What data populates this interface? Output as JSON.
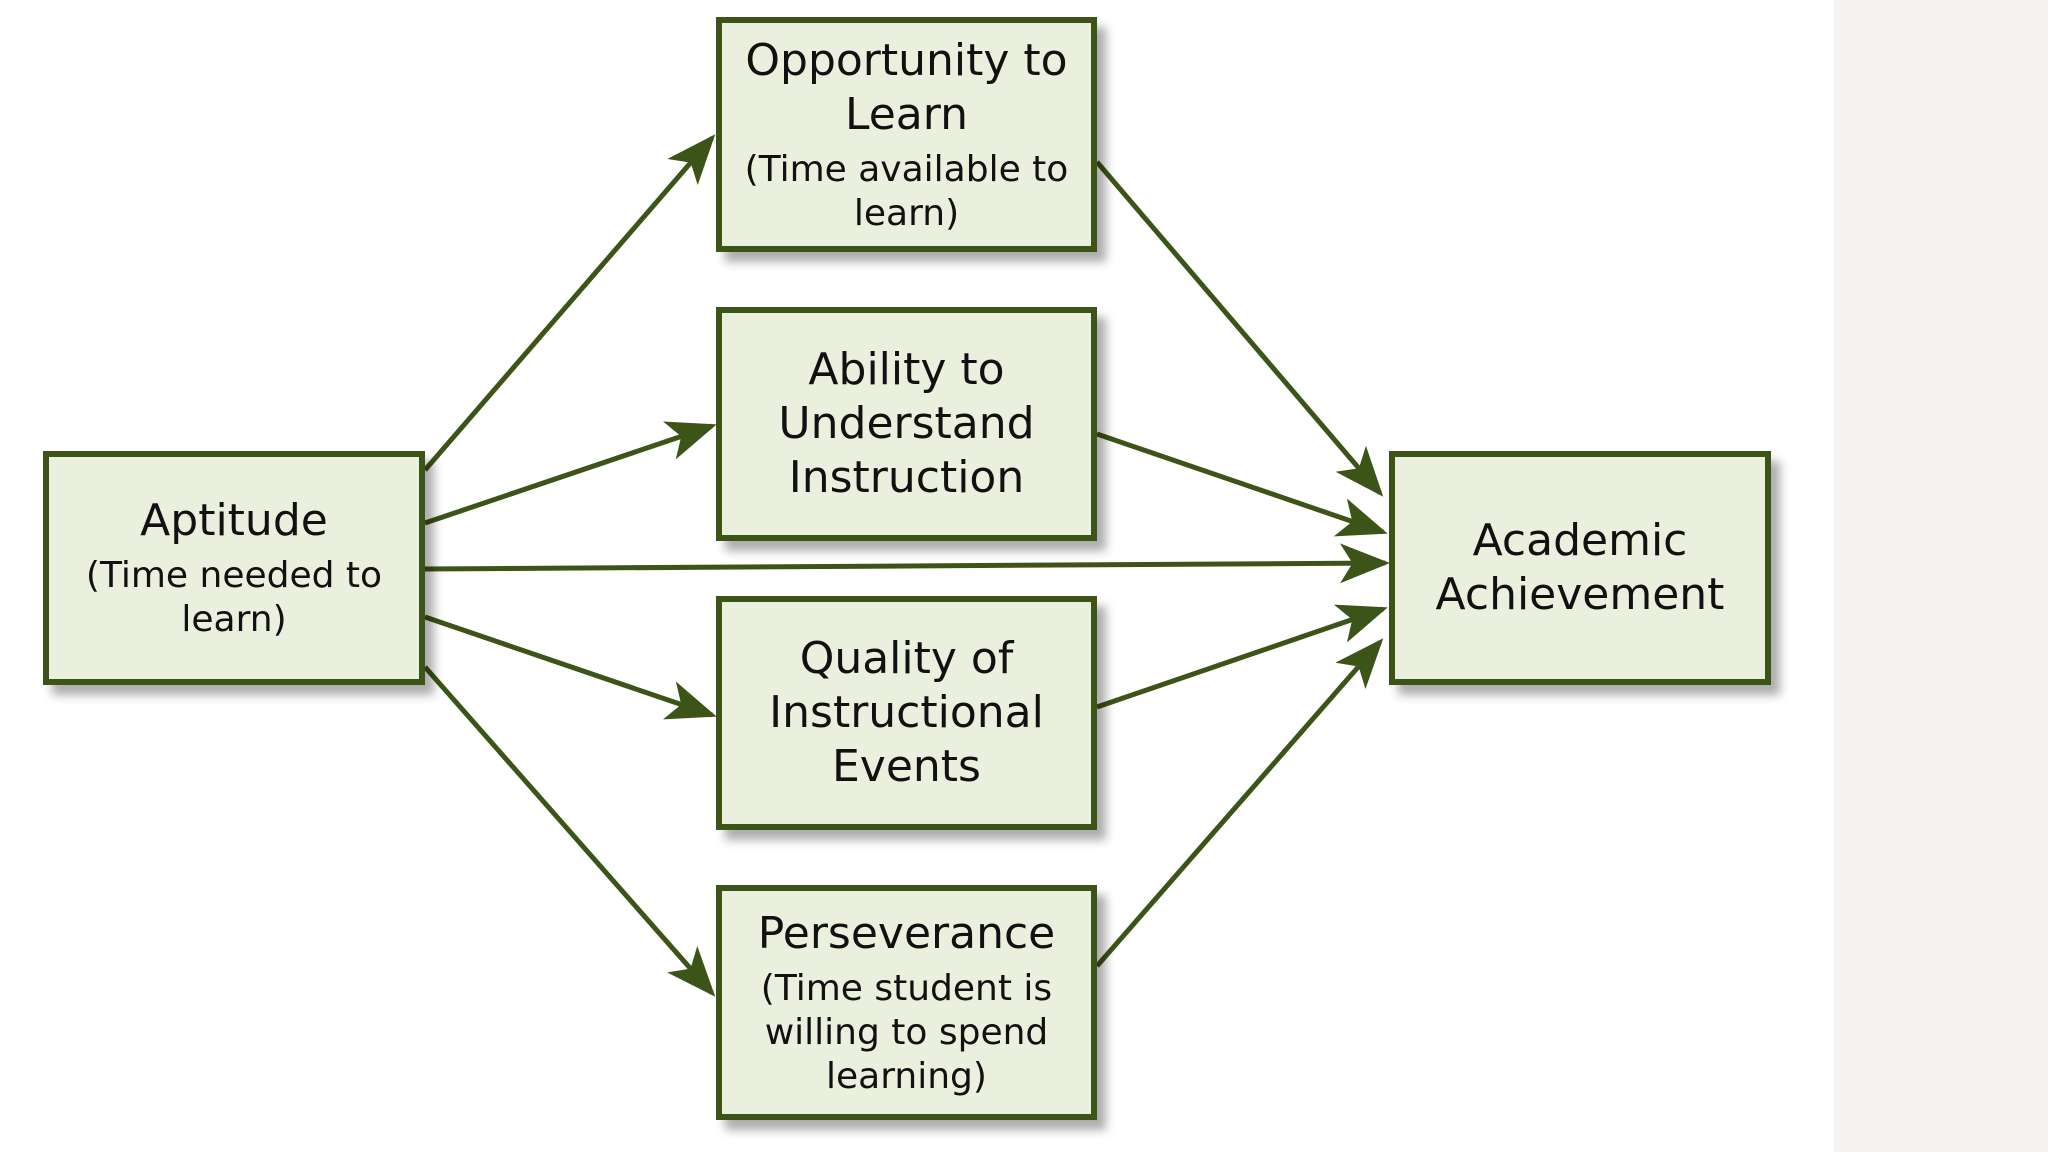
{
  "nodes": {
    "aptitude": {
      "title": "Aptitude",
      "subtitle": "(Time needed to learn)"
    },
    "opportunity": {
      "title": "Opportunity to Learn",
      "subtitle": "(Time available to learn)"
    },
    "ability": {
      "title": "Ability to Understand Instruction"
    },
    "quality": {
      "title": "Quality of Instructional Events"
    },
    "perseverance": {
      "title": "Perseverance",
      "subtitle": "(Time student is willing to spend learning)"
    },
    "achievement": {
      "title": "Academic Achievement"
    }
  },
  "edges": [
    {
      "from": "aptitude",
      "to": "opportunity"
    },
    {
      "from": "aptitude",
      "to": "ability"
    },
    {
      "from": "aptitude",
      "to": "achievement"
    },
    {
      "from": "aptitude",
      "to": "quality"
    },
    {
      "from": "aptitude",
      "to": "perseverance"
    },
    {
      "from": "opportunity",
      "to": "achievement"
    },
    {
      "from": "ability",
      "to": "achievement"
    },
    {
      "from": "quality",
      "to": "achievement"
    },
    {
      "from": "perseverance",
      "to": "achievement"
    }
  ],
  "colors": {
    "box_fill": "#eaf0dd",
    "box_border": "#3d5418",
    "arrow": "#3d5418",
    "side_panel": "#f7f3f0"
  }
}
